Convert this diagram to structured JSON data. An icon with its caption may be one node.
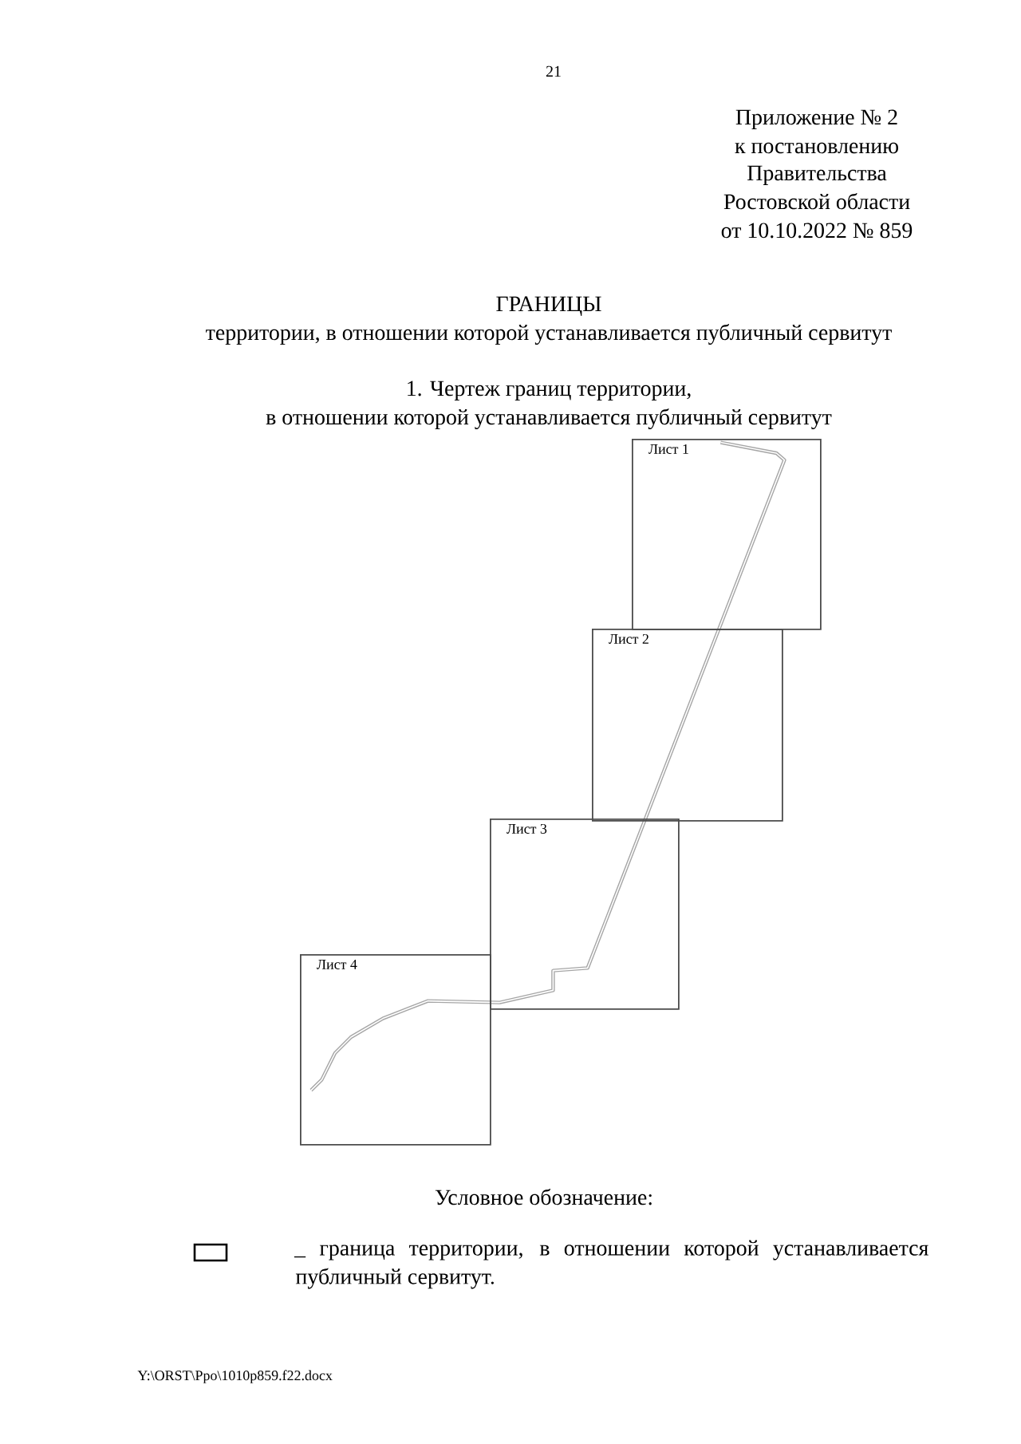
{
  "diagram": {
    "title": "ГРАНИЦЫ",
    "nodes": [
      {
        "text": [
          "Лист 1"
        ]
      },
      {
        "text": [
          "Лист 2"
        ]
      },
      {
        "text": [
          "Лист 3"
        ]
      },
      {
        "text": [
          "Лист 4"
        ]
      }
    ],
    "labels": [
      "21",
      "Приложение № 2",
      "к постановлению",
      "Правительства",
      "Ростовской области",
      "от 10.10.2022 № 859",
      "территории, в отношении которой устанавливается публичный сервитут",
      "1. Чертеж границ территории,",
      "в отношении которой устанавливается публичный сервитут",
      "Условное обозначение:",
      "–",
      "Y:\\ORST\\Ppo\\1010p859.f22.docx"
    ],
    "legend": [
      {
        "text": "граница территории, в отношении которой устанавливается публичный сервитут."
      }
    ]
  }
}
